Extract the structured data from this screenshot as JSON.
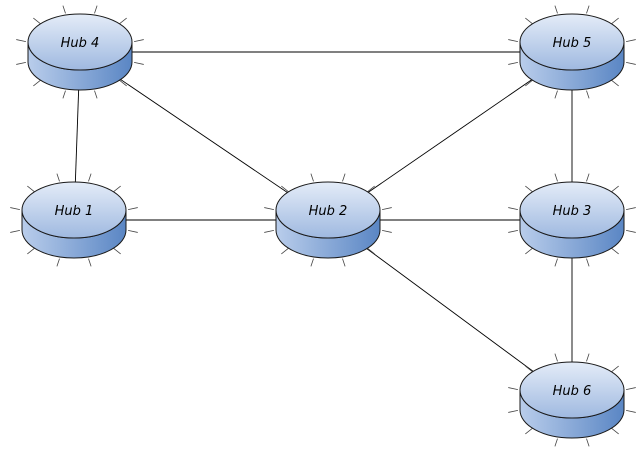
{
  "colors": {
    "hub_top_light": "#e4ecf8",
    "hub_top_dark": "#9fb9e0",
    "hub_side_light": "#b9cdeb",
    "hub_side_dark": "#5a86c4",
    "hub_outline": "#1a1a1a",
    "link": "#000000"
  },
  "hubs": [
    {
      "id": "hub1",
      "label": "Hub 1"
    },
    {
      "id": "hub2",
      "label": "Hub 2"
    },
    {
      "id": "hub3",
      "label": "Hub 3"
    },
    {
      "id": "hub4",
      "label": "Hub 4"
    },
    {
      "id": "hub5",
      "label": "Hub 5"
    },
    {
      "id": "hub6",
      "label": "Hub 6"
    }
  ],
  "links": [
    {
      "from": "hub4",
      "to": "hub5"
    },
    {
      "from": "hub4",
      "to": "hub1"
    },
    {
      "from": "hub4",
      "to": "hub2"
    },
    {
      "from": "hub1",
      "to": "hub2"
    },
    {
      "from": "hub2",
      "to": "hub3"
    },
    {
      "from": "hub2",
      "to": "hub5"
    },
    {
      "from": "hub5",
      "to": "hub3"
    },
    {
      "from": "hub3",
      "to": "hub6"
    },
    {
      "from": "hub2",
      "to": "hub6"
    }
  ]
}
